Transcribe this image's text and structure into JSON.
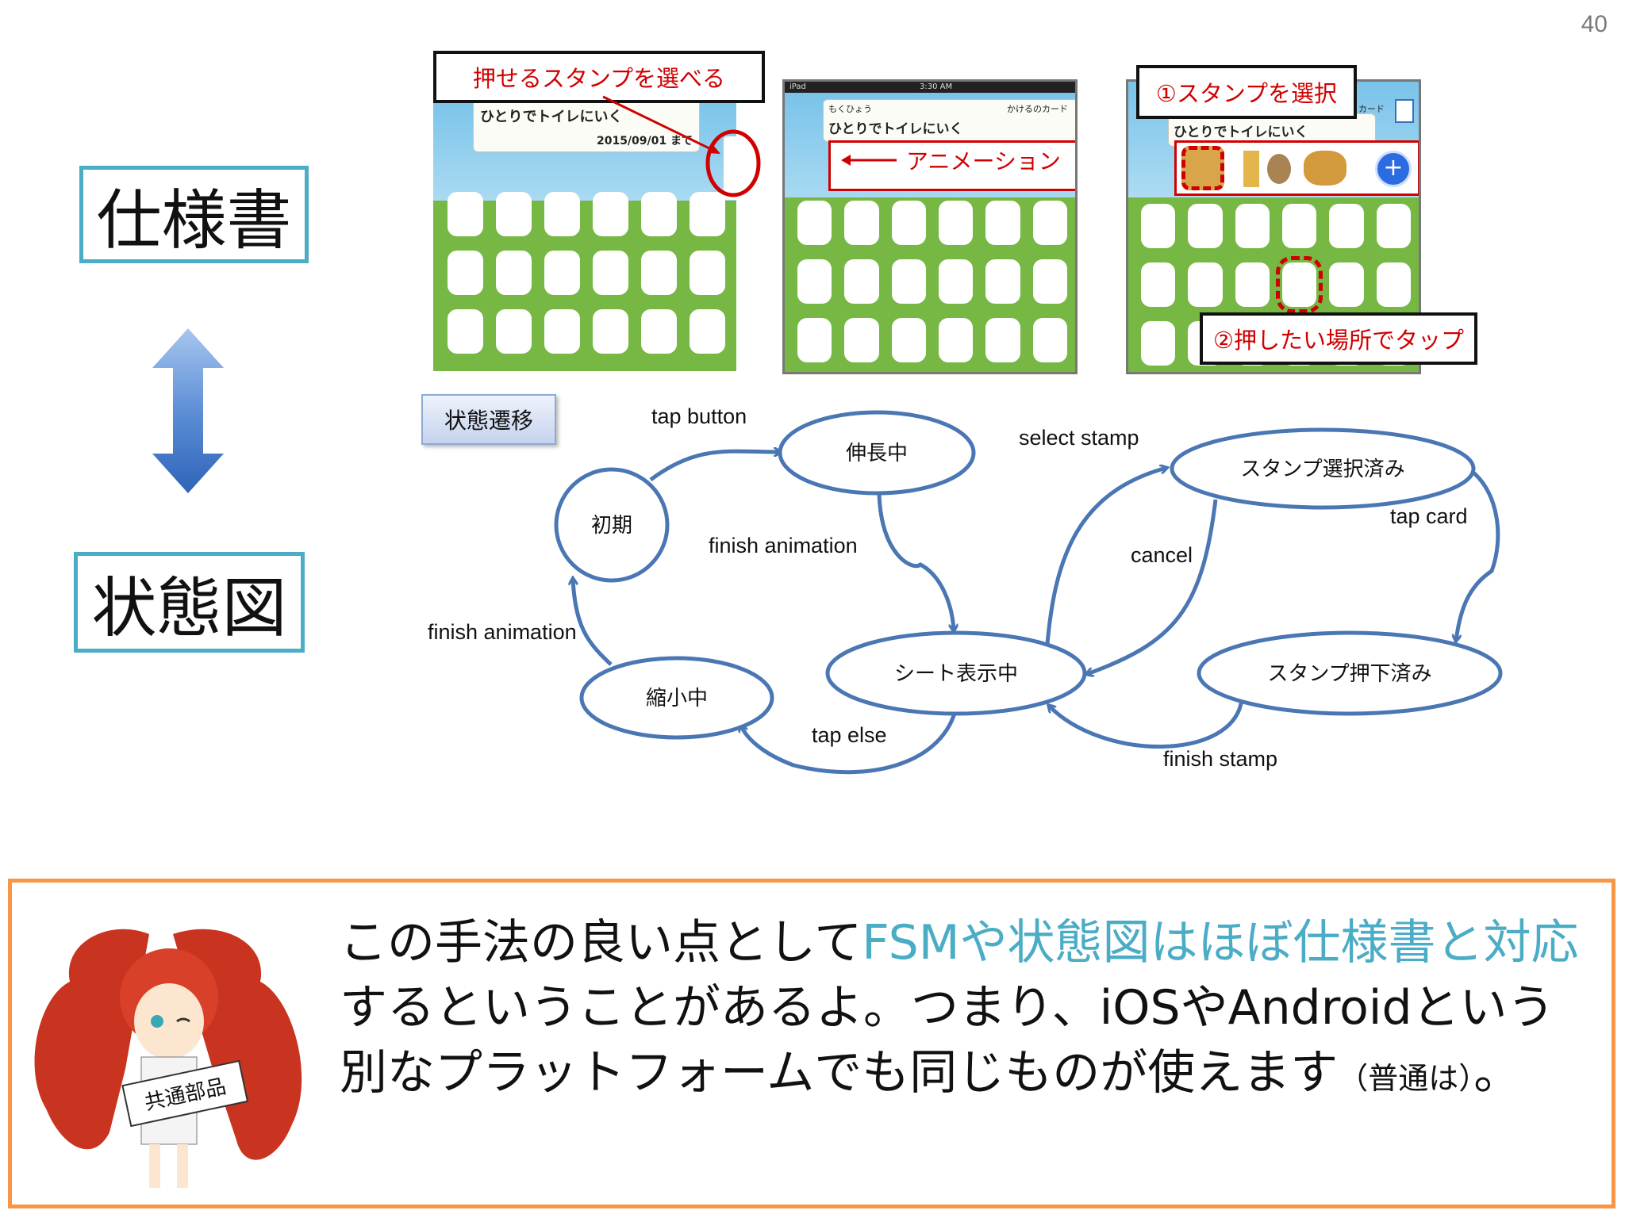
{
  "page_number": "40",
  "left": {
    "spec_label": "仕様書",
    "state_diagram_label": "状態図"
  },
  "screens": {
    "card_title": "ひとりでトイレにいく",
    "card_date": "2015/09/01 まで",
    "card_subtitle": "もくひょう",
    "card_caption": "かけるのカード",
    "status_time": "3:30 AM",
    "status_carrier": "iPad",
    "callout1": "押せるスタンプを選べる",
    "callout2": "アニメーション",
    "callout3": "①スタンプを選択",
    "callout4": "②押したい場所でタップ",
    "cut_caption": "カード"
  },
  "diagram": {
    "title_button": "状態遷移",
    "nodes": {
      "initial": "初期",
      "extending": "伸長中",
      "sheet_showing": "シート表示中",
      "shrinking": "縮小中",
      "stamp_selected": "スタンプ選択済み",
      "stamp_pressed": "スタンプ押下済み"
    },
    "edges": {
      "tap_button": "tap button",
      "finish_animation_1": "finish animation",
      "finish_animation_2": "finish animation",
      "tap_else": "tap else",
      "select_stamp": "select stamp",
      "cancel": "cancel",
      "tap_card": "tap card",
      "finish_stamp": "finish stamp"
    }
  },
  "bottom": {
    "sign_text": "共通部品",
    "msg_part1": "この手法の良い点として",
    "msg_hl1": "FSMや状態図はほぼ仕様書と対応",
    "msg_part2": "するということがあるよ。つまり、iOSやAndroidという別なプラットフォームでも同じものが使えます",
    "msg_small": "（普通は）",
    "msg_end": "。"
  },
  "colors": {
    "teal_border": "#4bacc6",
    "orange_border": "#f79646",
    "node_stroke": "#4a77b4",
    "callout_red": "#d00000",
    "highlight_text": "#4bacc6"
  },
  "icons": {
    "double_arrow": "double-arrow-icon",
    "add": "plus-circle-icon",
    "character": "anime-character-illustration"
  }
}
